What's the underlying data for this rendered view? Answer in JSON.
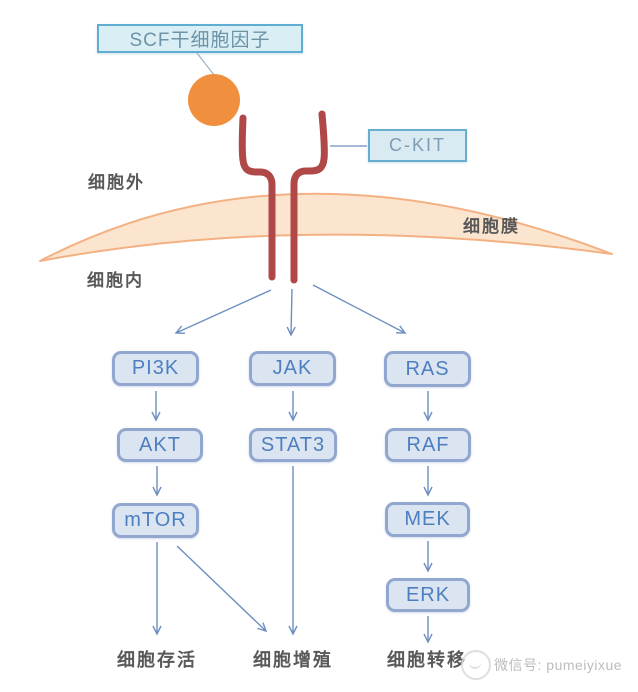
{
  "diagram": {
    "ligand_box": "SCF干细胞因子",
    "receptor_box": "C-KIT",
    "regions": {
      "extracellular": "细胞外",
      "membrane": "细胞膜",
      "intracellular": "细胞内"
    },
    "nodes": {
      "pi3k": "PI3K",
      "akt": "AKT",
      "mtor": "mTOR",
      "jak": "JAK",
      "stat3": "STAT3",
      "ras": "RAS",
      "raf": "RAF",
      "mek": "MEK",
      "erk": "ERK"
    },
    "outcomes": {
      "survival": "细胞存活",
      "proliferation": "细胞增殖",
      "metastasis": "细胞转移"
    },
    "pathways": [
      {
        "name": "PI3K-AKT-mTOR",
        "chain": [
          "PI3K",
          "AKT",
          "mTOR"
        ],
        "leads_to": [
          "细胞存活",
          "细胞增殖"
        ]
      },
      {
        "name": "JAK-STAT3",
        "chain": [
          "JAK",
          "STAT3"
        ],
        "leads_to": [
          "细胞增殖"
        ]
      },
      {
        "name": "RAS-RAF-MEK-ERK",
        "chain": [
          "RAS",
          "RAF",
          "MEK",
          "ERK"
        ],
        "leads_to": [
          "细胞转移"
        ]
      }
    ],
    "icons": {
      "ligand": "orange-circle-ligand",
      "receptor": "red-forked-receptor",
      "membrane": "orange-crescent-band"
    },
    "colors": {
      "ligand_orange": "#f0903e",
      "receptor_red": "#b04848",
      "membrane_fill": "#fce5cf",
      "membrane_stroke": "#f3b183",
      "node_fill": "#dbe5f2",
      "node_border": "#92a7cf",
      "node_text": "#4d7ebf",
      "callout_fill": "#d9eef5",
      "callout_border": "#5fadd0",
      "arrow_blue": "#6d8fc0",
      "region_text": "#595959",
      "watermark_gray": "#bcbcbc"
    },
    "watermark": "微信号: pumeiyixue"
  }
}
